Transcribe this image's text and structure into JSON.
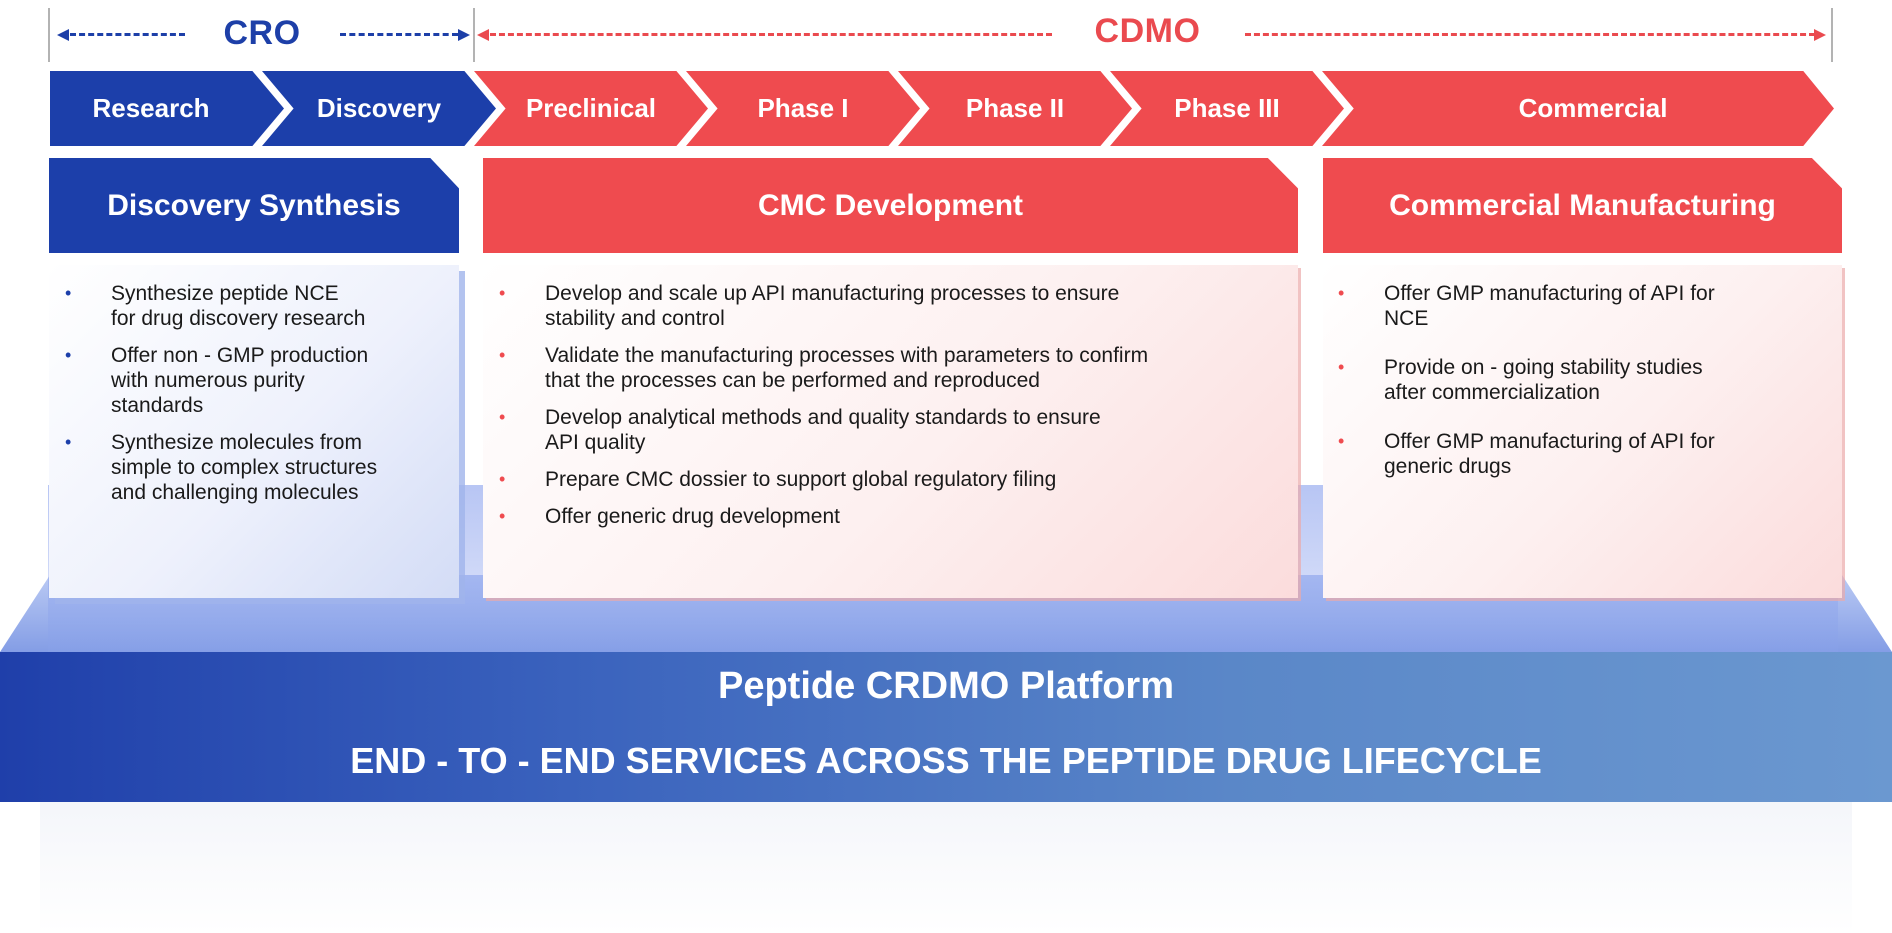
{
  "brackets": {
    "cro": "CRO",
    "cdmo": "CDMO"
  },
  "stages": [
    "Research",
    "Discovery",
    "Preclinical",
    "Phase I",
    "Phase II",
    "Phase III",
    "Commercial"
  ],
  "columns": [
    {
      "title": "Discovery Synthesis",
      "items": [
        "Synthesize peptide NCE\nfor drug discovery research",
        "Offer non - GMP production\nwith numerous purity\nstandards",
        "Synthesize molecules from\nsimple to complex structures\nand challenging molecules"
      ]
    },
    {
      "title": "CMC Development",
      "items": [
        "Develop and scale up API manufacturing processes to ensure\nstability and control",
        "Validate the manufacturing processes with parameters to confirm\nthat the processes can be performed and reproduced",
        "Develop analytical methods and quality standards to ensure\nAPI quality",
        "Prepare CMC dossier to support global regulatory filing",
        "Offer generic drug development"
      ]
    },
    {
      "title": "Commercial Manufacturing",
      "items": [
        "Offer GMP manufacturing of API for\nNCE",
        "Provide on - going stability studies\nafter commercialization",
        "Offer GMP manufacturing of API for\ngeneric drugs"
      ]
    }
  ],
  "platform": {
    "title": "Peptide CRDMO Platform",
    "subtitle": "END - TO - END SERVICES ACROSS THE PEPTIDE DRUG LIFECYCLE"
  },
  "colors": {
    "blue": "#1c3faa",
    "red": "#ef4b4f"
  }
}
